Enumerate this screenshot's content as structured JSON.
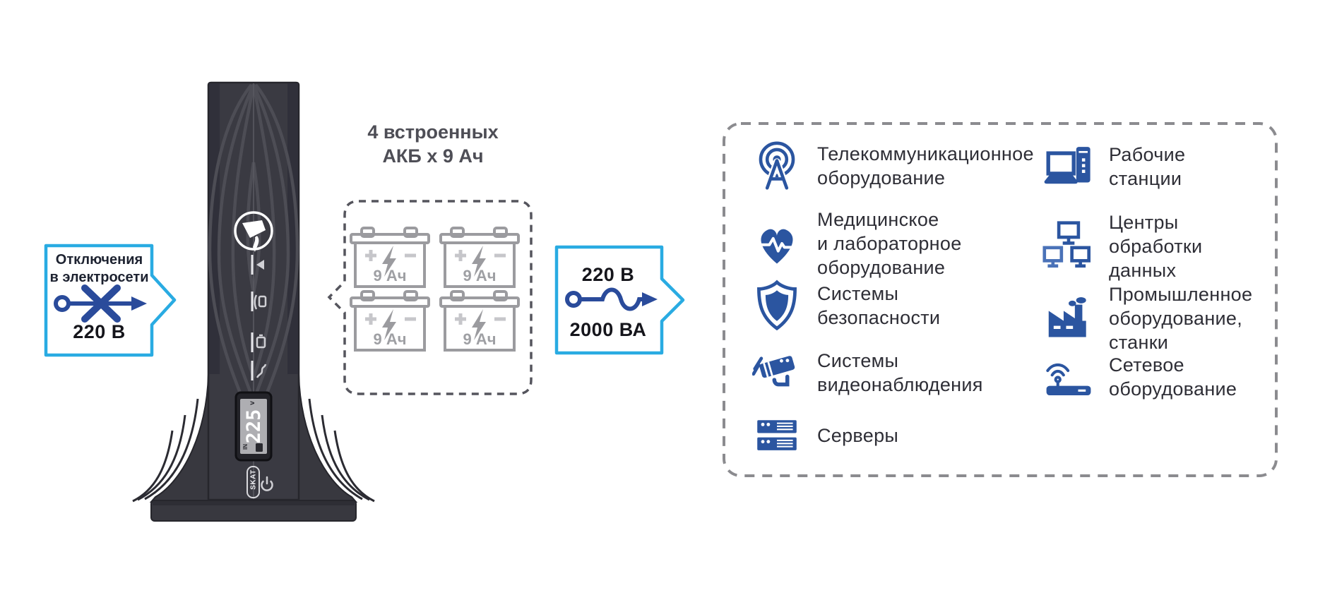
{
  "palette": {
    "cyan_border": "#29abe2",
    "icon_blue": "#2b55a0",
    "icon_blue_light": "#4a72b8",
    "arrow_blue": "#2a4b9b",
    "dark_text": "#15151b",
    "title_gray": "#4e4e56",
    "battery_gray": "#9b9b9f",
    "battery_light_gray": "#c6c6ca",
    "dash_dark": "#55555d",
    "dash_light": "#8b8b8f",
    "ups_body": "#38383f"
  },
  "input_callout": {
    "title": "Отключения\nв электросети",
    "voltage": "220 В"
  },
  "ups": {
    "brand": "SKAT",
    "display_value": "225",
    "display_unit_top": "v",
    "display_unit_bottom": "IN"
  },
  "battery_box": {
    "title": "4 встроенных\nАКБ x 9 Ач",
    "batteries": [
      {
        "label": "9 Ач"
      },
      {
        "label": "9 Ач"
      },
      {
        "label": "9 Ач"
      },
      {
        "label": "9 Ач"
      }
    ]
  },
  "output_callout": {
    "voltage": "220 В",
    "power": "2000 ВА"
  },
  "applications": {
    "left": [
      {
        "icon": "antenna",
        "label": "Телекоммуникационное\nоборудование"
      },
      {
        "icon": "medical-heart",
        "label": "Медицинское\nи лабораторное\nоборудование"
      },
      {
        "icon": "shield",
        "label": "Системы\nбезопасности"
      },
      {
        "icon": "cctv-camera",
        "label": "Системы\nвидеонаблюдения"
      },
      {
        "icon": "server",
        "label": "Серверы"
      }
    ],
    "right": [
      {
        "icon": "workstation",
        "label": "Рабочие\nстанции"
      },
      {
        "icon": "data-center",
        "label": "Центры\nобработки\nданных"
      },
      {
        "icon": "factory",
        "label": "Промышленное\nоборудование,\nстанки"
      },
      {
        "icon": "wifi-router",
        "label": "Сетевое\nоборудование"
      }
    ]
  }
}
